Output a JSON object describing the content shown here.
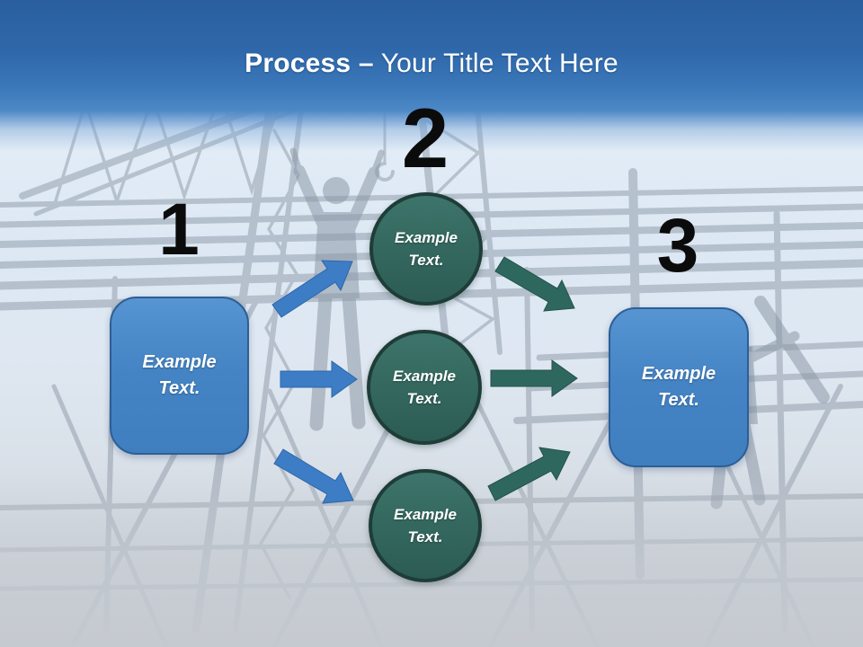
{
  "title": {
    "bold_part": "Process –",
    "regular_part": " Your Title Text Here"
  },
  "process": {
    "step1": {
      "number": "1",
      "label": "Example Text."
    },
    "step2": {
      "number": "2",
      "circle_top": "Example Text.",
      "circle_middle": "Example Text.",
      "circle_bottom": "Example Text."
    },
    "step3": {
      "number": "3",
      "label": "Example Text."
    }
  },
  "icons": {
    "connectors": [
      "arrow-up-right-icon",
      "arrow-right-icon",
      "arrow-down-right-icon",
      "arrow-down-right-icon",
      "arrow-right-icon",
      "arrow-up-right-icon"
    ],
    "background": "construction-site-silhouette"
  },
  "colors": {
    "banner_top": "#295f9f",
    "banner_bottom": "#4c88c6",
    "box_fill": "#4484c4",
    "box_border": "#2d5e96",
    "circle_fill": "#35695f",
    "circle_border": "#1f3d38",
    "blue_arrow": "#3c7dc5",
    "teal_arrow": "#2e675e",
    "number_color": "#0b0b0b",
    "title_text": "#ffffff"
  }
}
